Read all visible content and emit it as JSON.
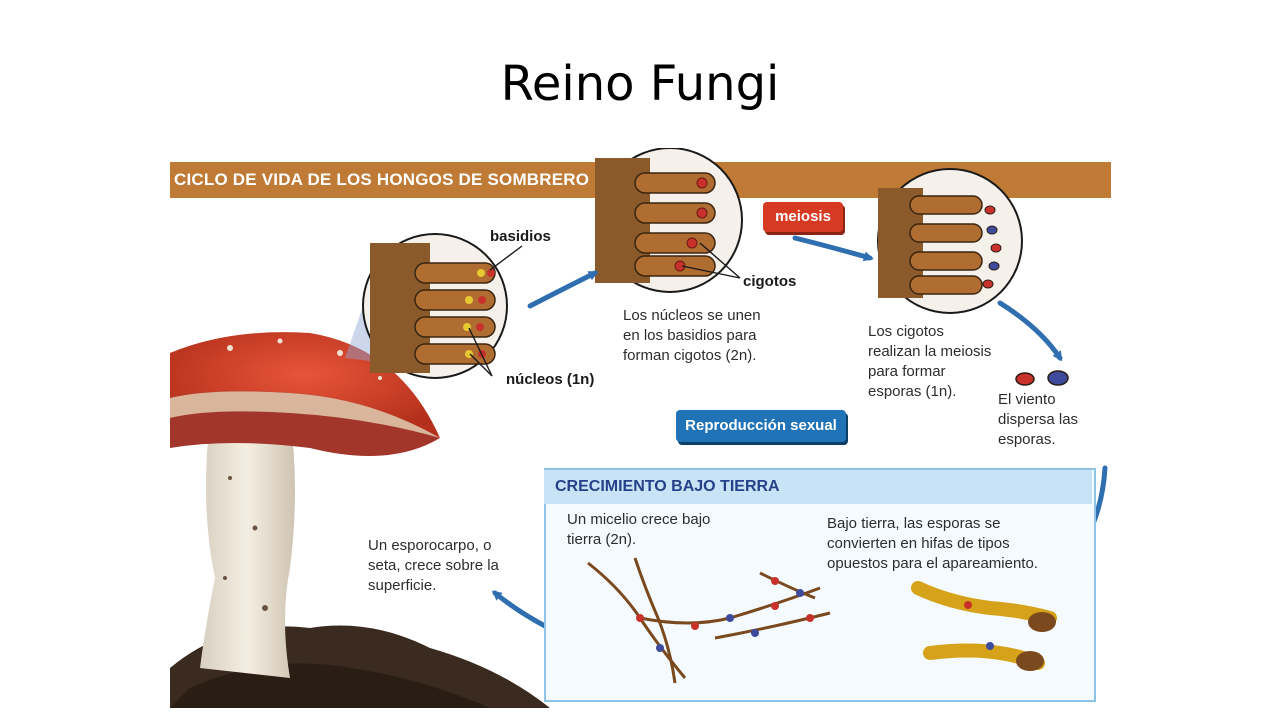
{
  "title": "Reino Fungi",
  "diagram": {
    "header": "CICLO DE VIDA DE LOS HONGOS DE SOMBRERO",
    "labels": {
      "basidios": "basidios",
      "nucleos": "núcleos (1n)",
      "cigotos": "cigotos",
      "meiosis": "meiosis",
      "reproduccion": "Reproducción sexual",
      "crecimiento": "CRECIMIENTO BAJO TIERRA"
    },
    "captions": {
      "nucleos_unen": [
        "Los núcleos se unen",
        "en los basidios para",
        "forman cigotos (2n)."
      ],
      "cigotos_meiosis": [
        "Los cigotos",
        "realizan la meiosis",
        "para formar",
        "esporas (1n)."
      ],
      "viento": [
        "El viento",
        "dispersa las",
        "esporas."
      ],
      "esporocarpo": [
        "Un esporocarpo, o",
        "seta, crece sobre la",
        "superficie."
      ],
      "micelio": [
        "Un micelio crece bajo",
        "tierra (2n)."
      ],
      "bajo_tierra": [
        "Bajo tierra, las esporas se",
        "convierten en hifas de tipos",
        "opuestos para el apareamiento."
      ]
    },
    "colors": {
      "header_band": "#bf7a35",
      "meiosis_pill": "#d63a22",
      "reproduccion_pill": "#1f73b6",
      "arrow": "#2f6fb0",
      "mushroom_cap": "#d9442a"
    }
  }
}
